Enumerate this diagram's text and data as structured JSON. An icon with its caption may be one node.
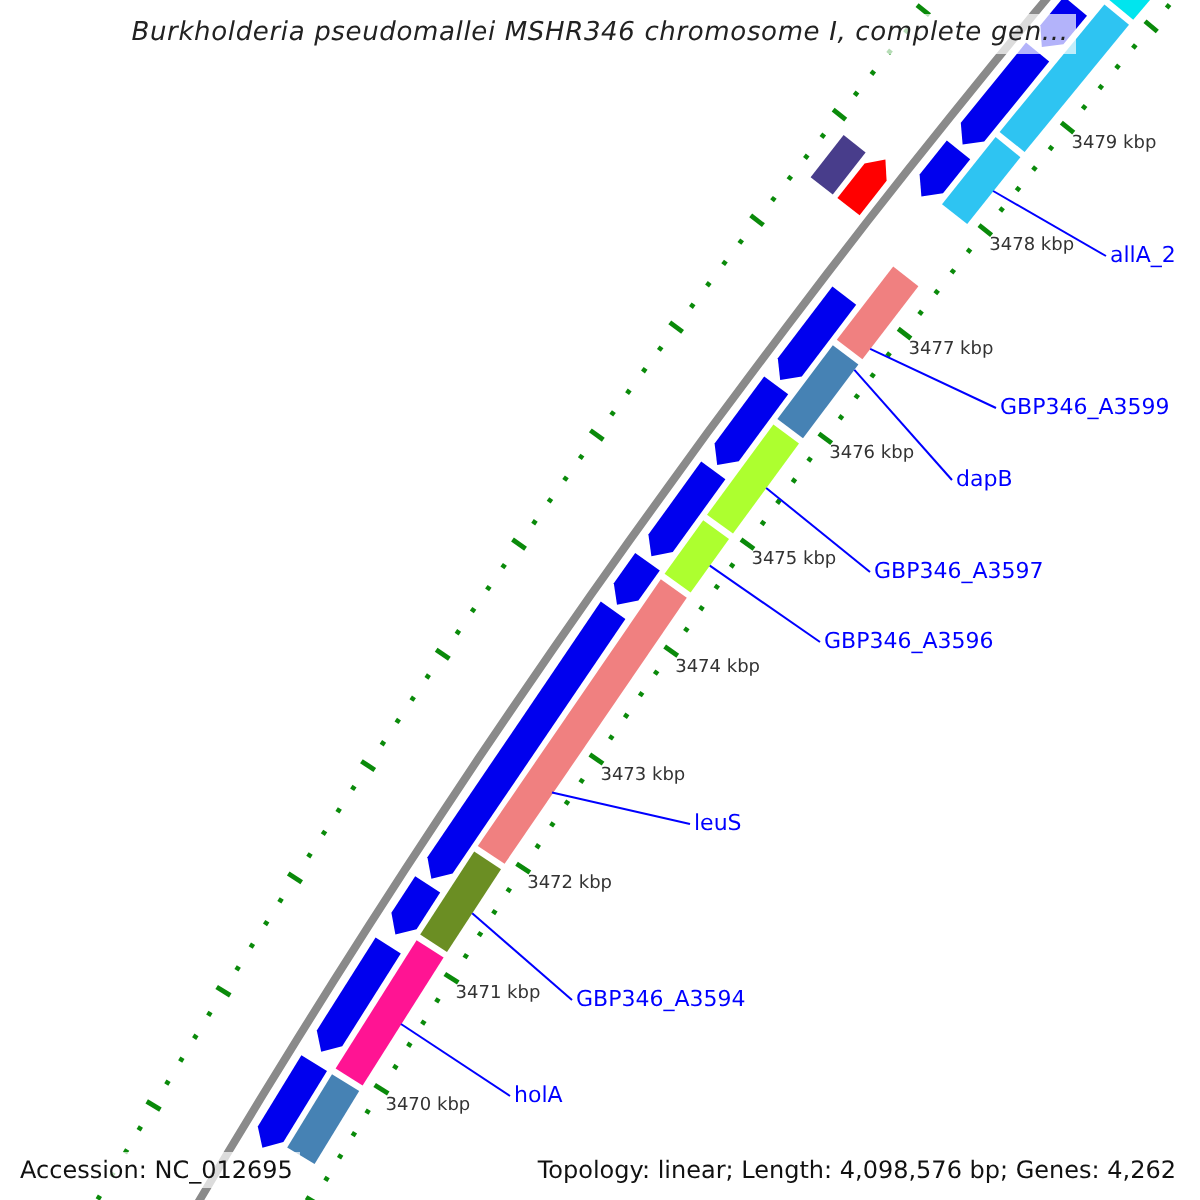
{
  "diagram": {
    "title": "Burkholderia pseudomallei MSHR346 chromosome I, complete gen...",
    "nodes": [
      {
        "text": [
          "allA_2"
        ]
      },
      {
        "text": [
          "GBP346_A3599"
        ]
      },
      {
        "text": [
          "dapB"
        ]
      },
      {
        "text": [
          "GBP346_A3597"
        ]
      },
      {
        "text": [
          "GBP346_A3596"
        ]
      },
      {
        "text": [
          "leuS"
        ]
      },
      {
        "text": [
          "GBP346_A3594"
        ]
      },
      {
        "text": [
          "holA"
        ]
      },
      {
        "text": [],
        "shape": "bar"
      },
      {
        "text": [],
        "shape": "bar"
      },
      {
        "text": [],
        "shape": "bar"
      },
      {
        "text": [],
        "shape": "bar"
      },
      {
        "text": [],
        "shape": "bar"
      },
      {
        "text": [],
        "shape": "bar"
      },
      {
        "text": [],
        "shape": "bar"
      },
      {
        "text": [],
        "shape": "bar"
      },
      {
        "text": [],
        "shape": "bar"
      },
      {
        "text": [],
        "shape": "bar"
      },
      {
        "text": [],
        "shape": "bar"
      },
      {
        "text": [],
        "shape": "bar"
      },
      {
        "text": [],
        "shape": "bar"
      },
      {
        "text": [],
        "shape": "bar"
      },
      {
        "text": [],
        "shape": "bar"
      },
      {
        "text": [],
        "shape": "bar"
      },
      {
        "text": [],
        "shape": "bar"
      },
      {
        "text": [],
        "shape": "bar"
      },
      {
        "text": [],
        "shape": "bar"
      },
      {
        "text": [],
        "shape": "bar"
      },
      {
        "text": [],
        "shape": "bar"
      },
      {
        "text": [],
        "shape": "bar"
      },
      {
        "text": [],
        "shape": "bar"
      },
      {
        "text": [],
        "shape": "bar"
      }
    ],
    "edges": [
      {
        "from": 0,
        "to": 8,
        "arrow": "none"
      },
      {
        "from": 1,
        "to": 9,
        "arrow": "none"
      },
      {
        "from": 2,
        "to": 10,
        "arrow": "none"
      },
      {
        "from": 3,
        "to": 11,
        "arrow": "none"
      },
      {
        "from": 4,
        "to": 12,
        "arrow": "none"
      },
      {
        "from": 5,
        "to": 13,
        "arrow": "none"
      },
      {
        "from": 6,
        "to": 14,
        "arrow": "none"
      },
      {
        "from": 7,
        "to": 15,
        "arrow": "none"
      }
    ],
    "labels": [
      "3479 kbp",
      "3478 kbp",
      "3477 kbp",
      "3476 kbp",
      "3475 kbp",
      "3474 kbp",
      "3473 kbp",
      "3472 kbp",
      "3471 kbp",
      "3470 kbp",
      "Accession: NC_012695",
      "Topology: linear; Length: 4,098,576 bp; Genes: 4,262"
    ]
  }
}
